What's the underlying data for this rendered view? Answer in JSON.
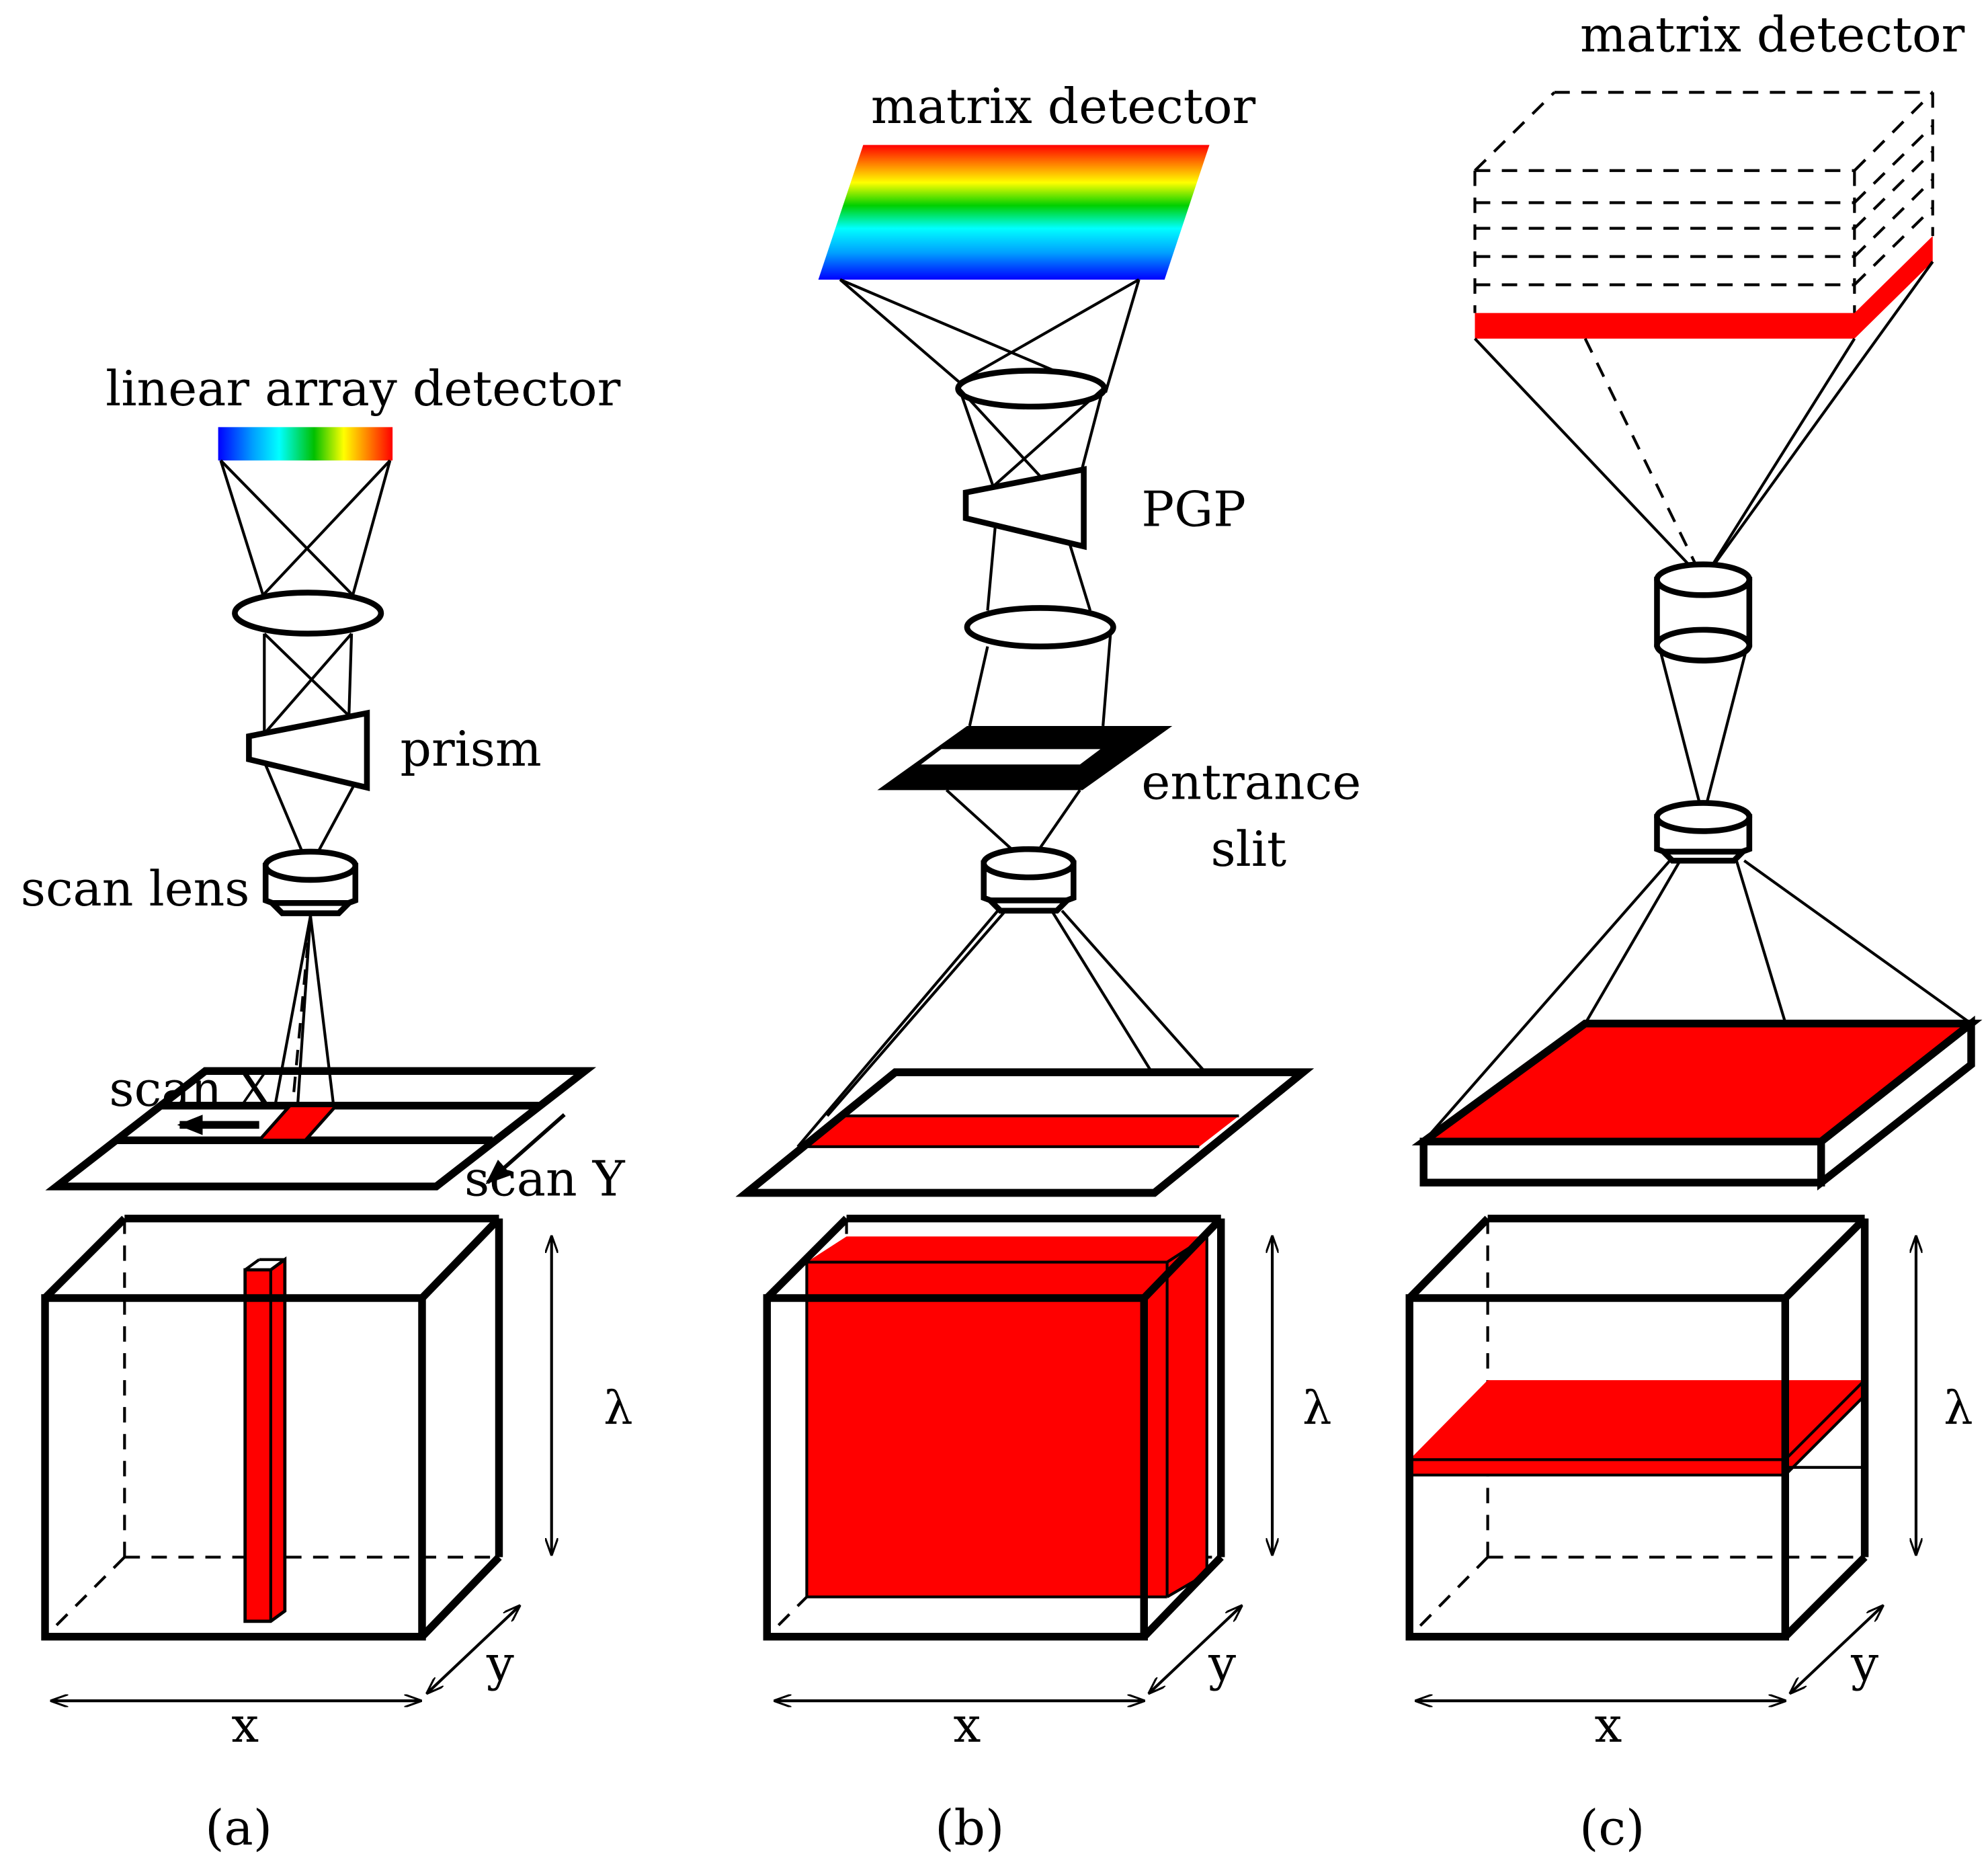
{
  "panel_a": {
    "detector_label": "linear array detector",
    "prism_label": "prism",
    "scan_lens_label": "scan lens",
    "scan_x_label": "scan X",
    "scan_y_label": "scan Y",
    "axis_lambda": "λ",
    "axis_x": "x",
    "axis_y": "y",
    "caption": "(a)"
  },
  "panel_b": {
    "detector_label": "matrix detector",
    "pgp_label": "PGP",
    "slit_label_line1": "entrance",
    "slit_label_line2": "slit",
    "axis_lambda": "λ",
    "axis_x": "x",
    "axis_y": "y",
    "caption": "(b)"
  },
  "panel_c": {
    "detector_label": "matrix detector",
    "axis_lambda": "λ",
    "axis_x": "x",
    "axis_y": "y",
    "caption": "(c)"
  },
  "colors": {
    "highlight": "#ff0000",
    "spectrum": [
      "#0000ff",
      "#00a0ff",
      "#00ffff",
      "#00c000",
      "#ffff00",
      "#ff8000",
      "#ff0000"
    ]
  }
}
